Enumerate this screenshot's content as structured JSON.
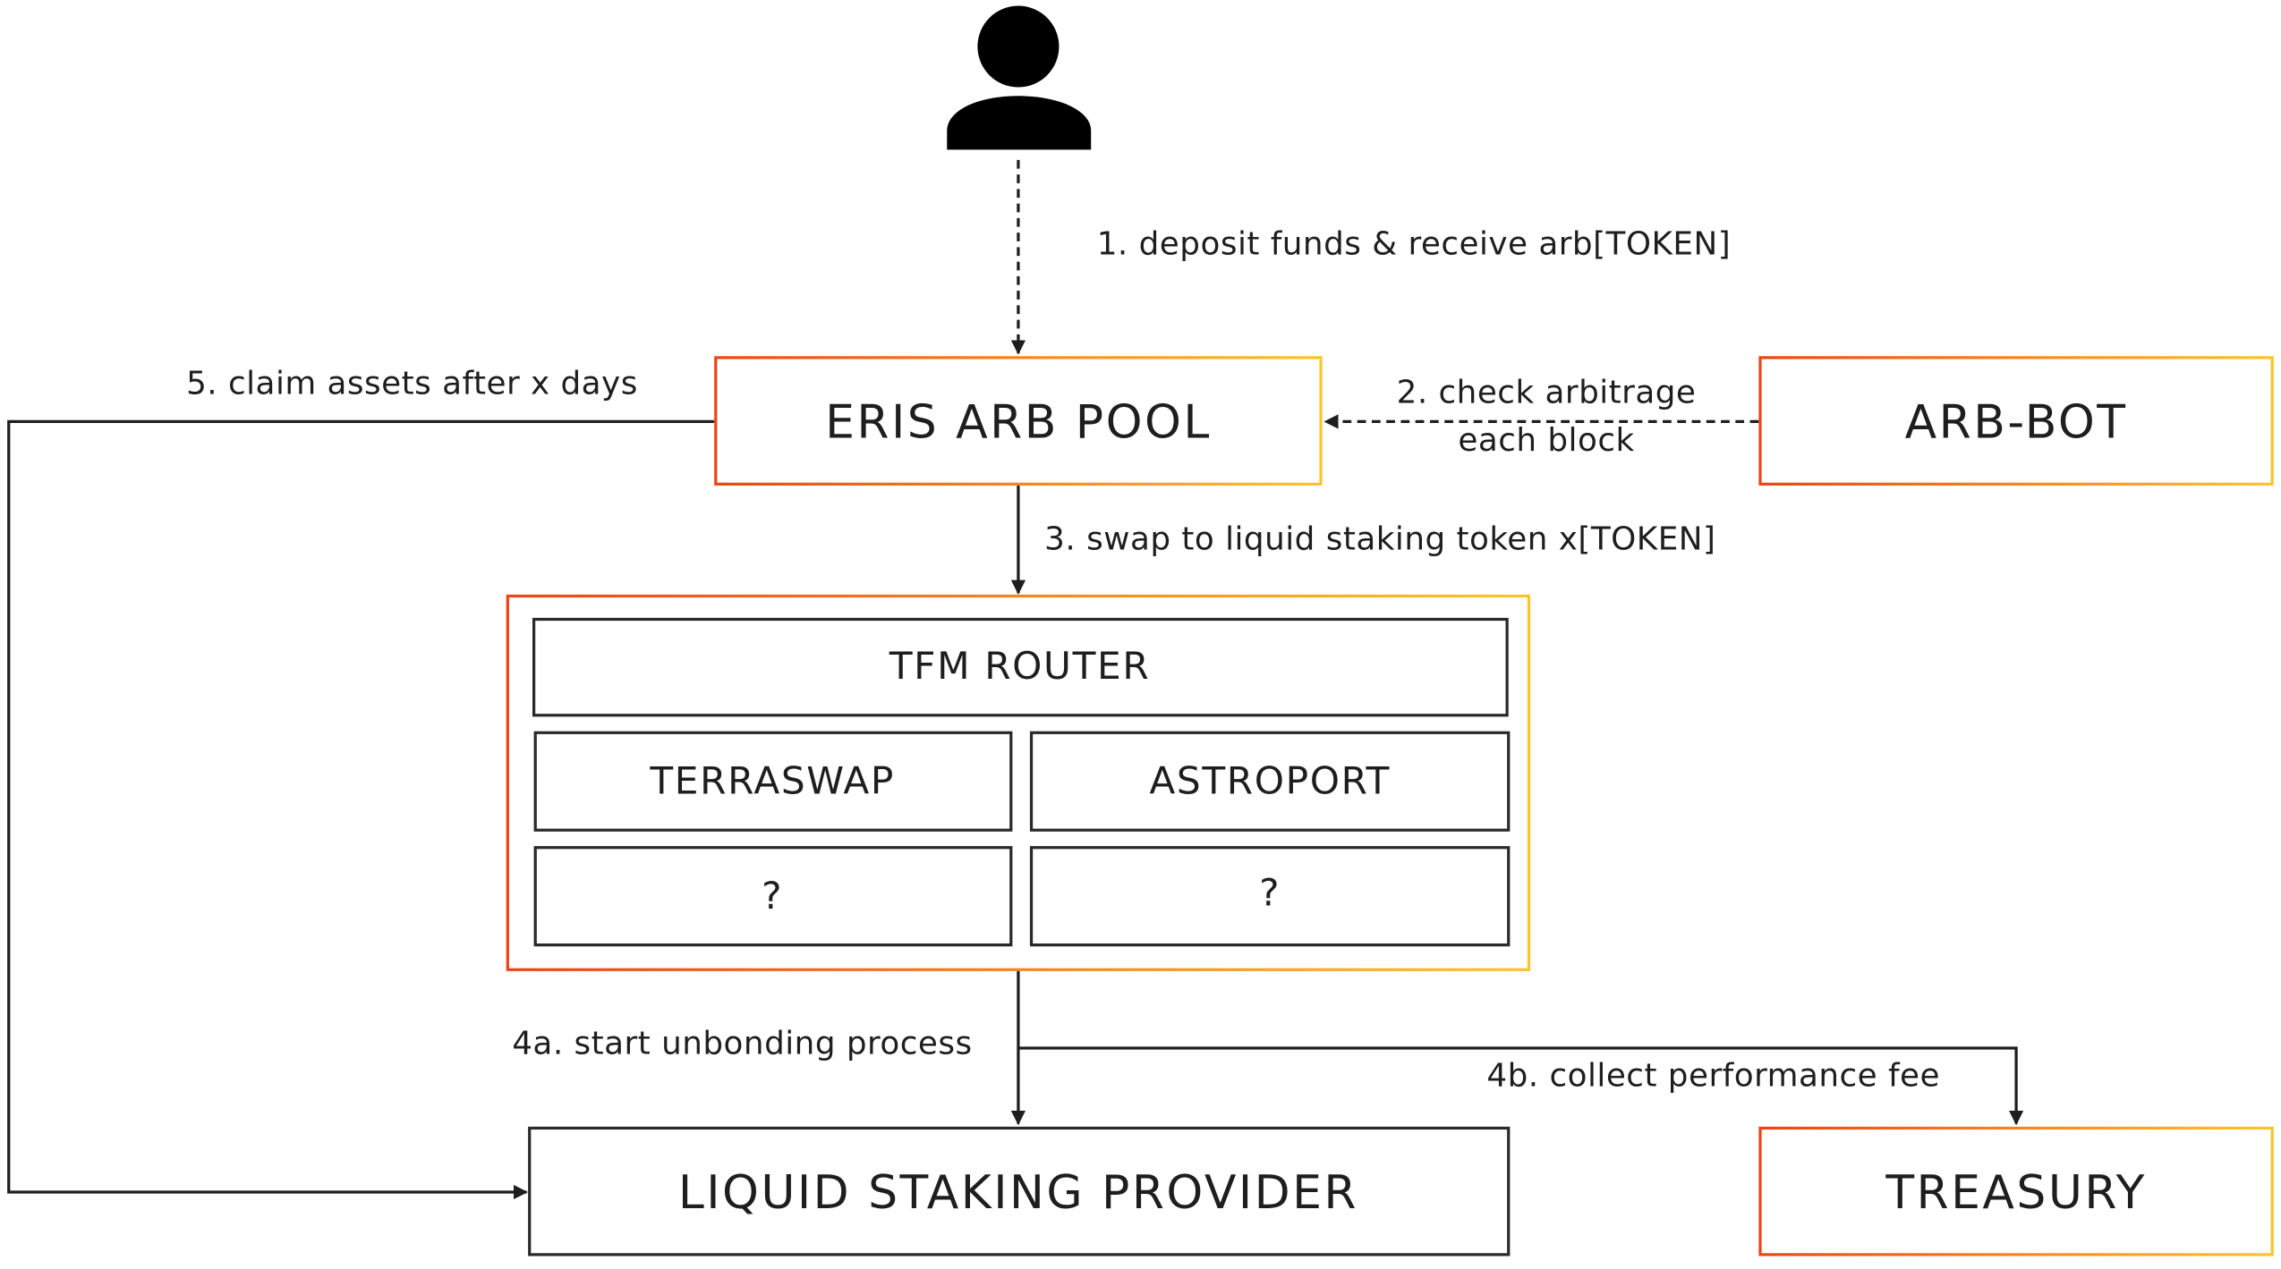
{
  "colors": {
    "gradient_start": "#ee4417",
    "gradient_end": "#fcc52b",
    "line": "#1e1e1e",
    "box_border": "#2a2a2a"
  },
  "icons": {
    "user": "user-icon"
  },
  "nodes": {
    "eris_arb_pool": "ERIS ARB POOL",
    "arb_bot": "ARB-BOT",
    "tfm_router": "TFM ROUTER",
    "terraswap": "TERRASWAP",
    "astroport": "ASTROPORT",
    "unknown_dex_1": "?",
    "unknown_dex_2": "?",
    "liquid_staking_provider": "LIQUID STAKING PROVIDER",
    "treasury": "TREASURY"
  },
  "edges": {
    "step1": "1. deposit funds & receive arb[TOKEN]",
    "step2_line1": "2. check arbitrage",
    "step2_line2": "each block",
    "step3": "3. swap to liquid staking token x[TOKEN]",
    "step4a": "4a. start unbonding process",
    "step4b": "4b. collect performance fee",
    "step5": "5. claim assets after x days"
  }
}
